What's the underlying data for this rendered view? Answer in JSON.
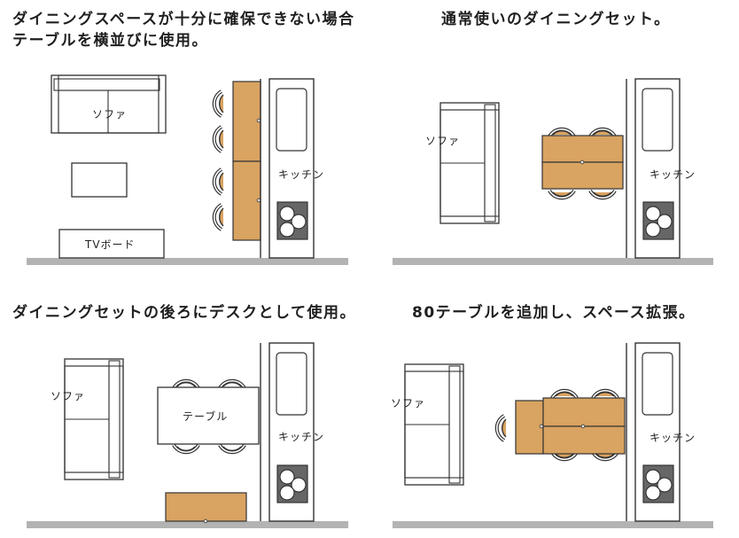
{
  "panels": [
    {
      "title_lines": [
        "ダイニングスペースが十分に確保できない場合",
        "テーブルを横並びに使用。"
      ],
      "labels": {
        "sofa": "ソファ",
        "kitchen": "キッチン",
        "tv_board": "TVボード"
      }
    },
    {
      "title_lines": [
        "通常使いのダイニングセット。"
      ],
      "labels": {
        "sofa": "ソファ",
        "kitchen": "キッチン"
      }
    },
    {
      "title_lines": [
        "ダイニングセットの後ろにデスクとして使用。"
      ],
      "labels": {
        "sofa": "ソファ",
        "kitchen": "キッチン",
        "table": "テーブル"
      }
    },
    {
      "title_lines": [
        "80テーブルを追加し、スペース拡張。"
      ],
      "labels": {
        "sofa": "ソファ",
        "kitchen": "キッチン"
      }
    }
  ],
  "colors": {
    "wood": "#d9a361",
    "line": "#333333",
    "floor": "#b3b3b3",
    "stove": "#666666"
  }
}
